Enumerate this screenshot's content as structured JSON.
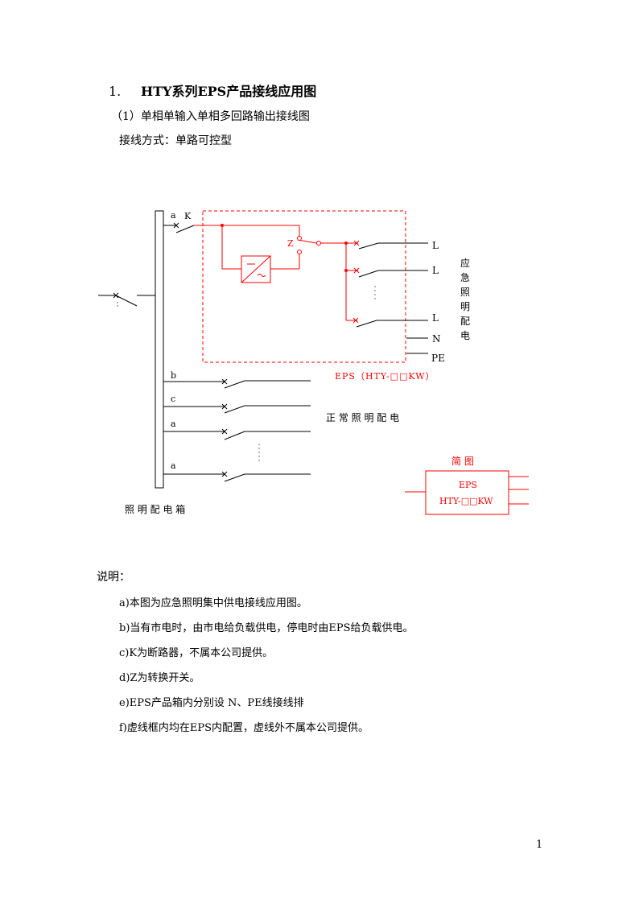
{
  "heading": {
    "number": "1.",
    "title": "HTY系列EPS产品接线应用图"
  },
  "subheading": "（1）单相单输入单相多回路输出接线图",
  "wiring_method": "接线方式：单路可控型",
  "diagram": {
    "breaker_labels": {
      "a": "a",
      "k": "K"
    },
    "switch_label": "Z",
    "output_labels": [
      "L",
      "L",
      "L",
      "N",
      "PE"
    ],
    "emergency_label_chars": [
      "应",
      "急",
      "照",
      "明",
      "配",
      "电"
    ],
    "eps_model_label": "EPS（HTY-□□KW）",
    "branch_labels": [
      "b",
      "c",
      "a",
      "a"
    ],
    "normal_lighting_label": "正 常 照 明 配 电",
    "cabinet_label": "照 明 配 电 箱",
    "simple_diagram": {
      "title": "简 图",
      "line1": "EPS",
      "line2": "HTY-□□KW"
    },
    "colors": {
      "red": "#ff0000",
      "black": "#000000"
    }
  },
  "notes": {
    "title": "说明：",
    "items": [
      "a)本图为应急照明集中供电接线应用图。",
      "b)当有市电时，由市电给负载供电，停电时由EPS给负载供电。",
      "c)K为断路器，不属本公司提供。",
      "d)Z为转换开关。",
      "e)EPS产品箱内分别设 N、PE线接线排",
      "f)虚线框内均在EPS内配置，虚线外不属本公司提供。"
    ]
  },
  "page_number": "1"
}
